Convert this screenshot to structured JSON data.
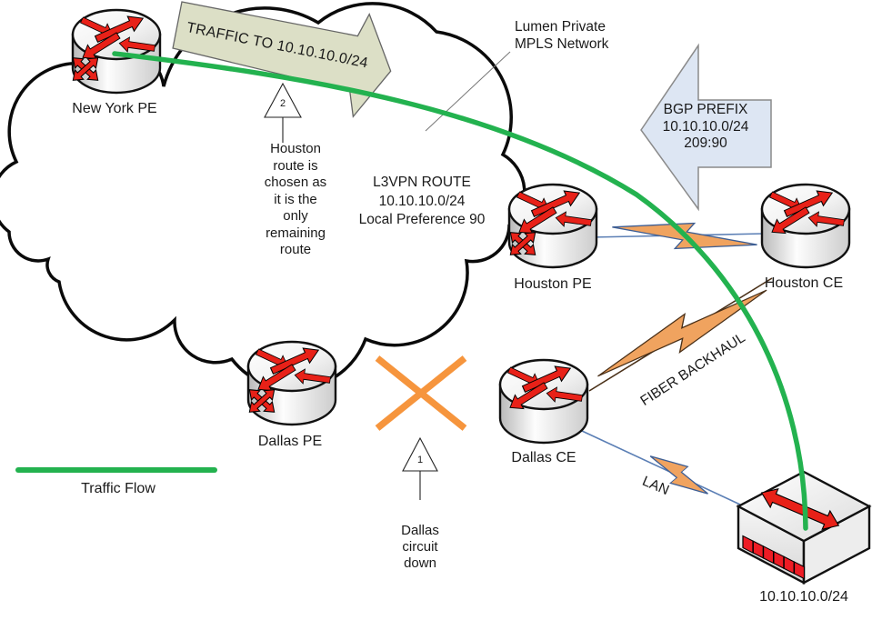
{
  "diagram": {
    "title_hint": "MPLS L3VPN failover diagram",
    "cloud": {
      "label": "Lumen Private\nMPLS Network"
    },
    "nodes": {
      "new_york_pe": "New York PE",
      "houston_pe": "Houston PE",
      "houston_ce": "Houston CE",
      "dallas_pe": "Dallas PE",
      "dallas_ce": "Dallas CE",
      "subnet": "10.10.10.0/24"
    },
    "traffic_arrow": {
      "label": "TRAFFIC TO 10.10.10.0/24"
    },
    "bgp_arrow": {
      "label": "BGP PREFIX\n10.10.10.0/24\n209:90"
    },
    "l3vpn_note": "L3VPN ROUTE\n10.10.10.0/24\nLocal Preference 90",
    "callouts": {
      "step2": {
        "number": "2",
        "text": "Houston\nroute is\nchosen as\nit is the\nonly\nremaining\nroute"
      },
      "step1": {
        "number": "1",
        "text": "Dallas\ncircuit\ndown"
      }
    },
    "links": {
      "fiber": "FIBER BACKHAUL",
      "lan": "LAN"
    },
    "legend": {
      "label": "Traffic Flow"
    },
    "colors": {
      "traffic_green": "#23b24f",
      "bolt_orange": "#f0a35f",
      "x_orange": "#f6953d",
      "traffic_arrow_fill": "#dcdfc6",
      "bgp_arrow_fill": "#dde6f3",
      "link_blue": "#5b7fb5",
      "router_red": "#e82118"
    }
  }
}
